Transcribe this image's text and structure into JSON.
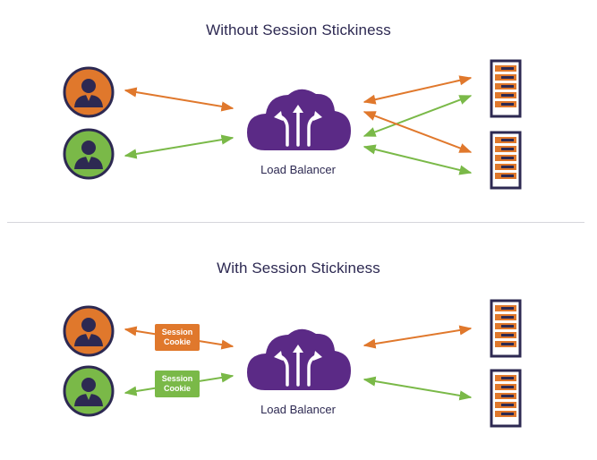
{
  "top": {
    "title": "Without Session Stickiness",
    "load_balancer_label": "Load Balancer"
  },
  "bottom": {
    "title": "With Session Stickiness",
    "load_balancer_label": "Load Balancer",
    "cookie_orange": {
      "line1": "Session",
      "line2": "Cookie"
    },
    "cookie_green": {
      "line1": "Session",
      "line2": "Cookie"
    }
  },
  "colors": {
    "navy": "#2d2952",
    "purple": "#5b2a86",
    "orange": "#e0782c",
    "green": "#7ab948",
    "divider": "#d6d6dc"
  },
  "icons": [
    "user-icon",
    "cloud-icon",
    "server-icon",
    "arrow"
  ]
}
